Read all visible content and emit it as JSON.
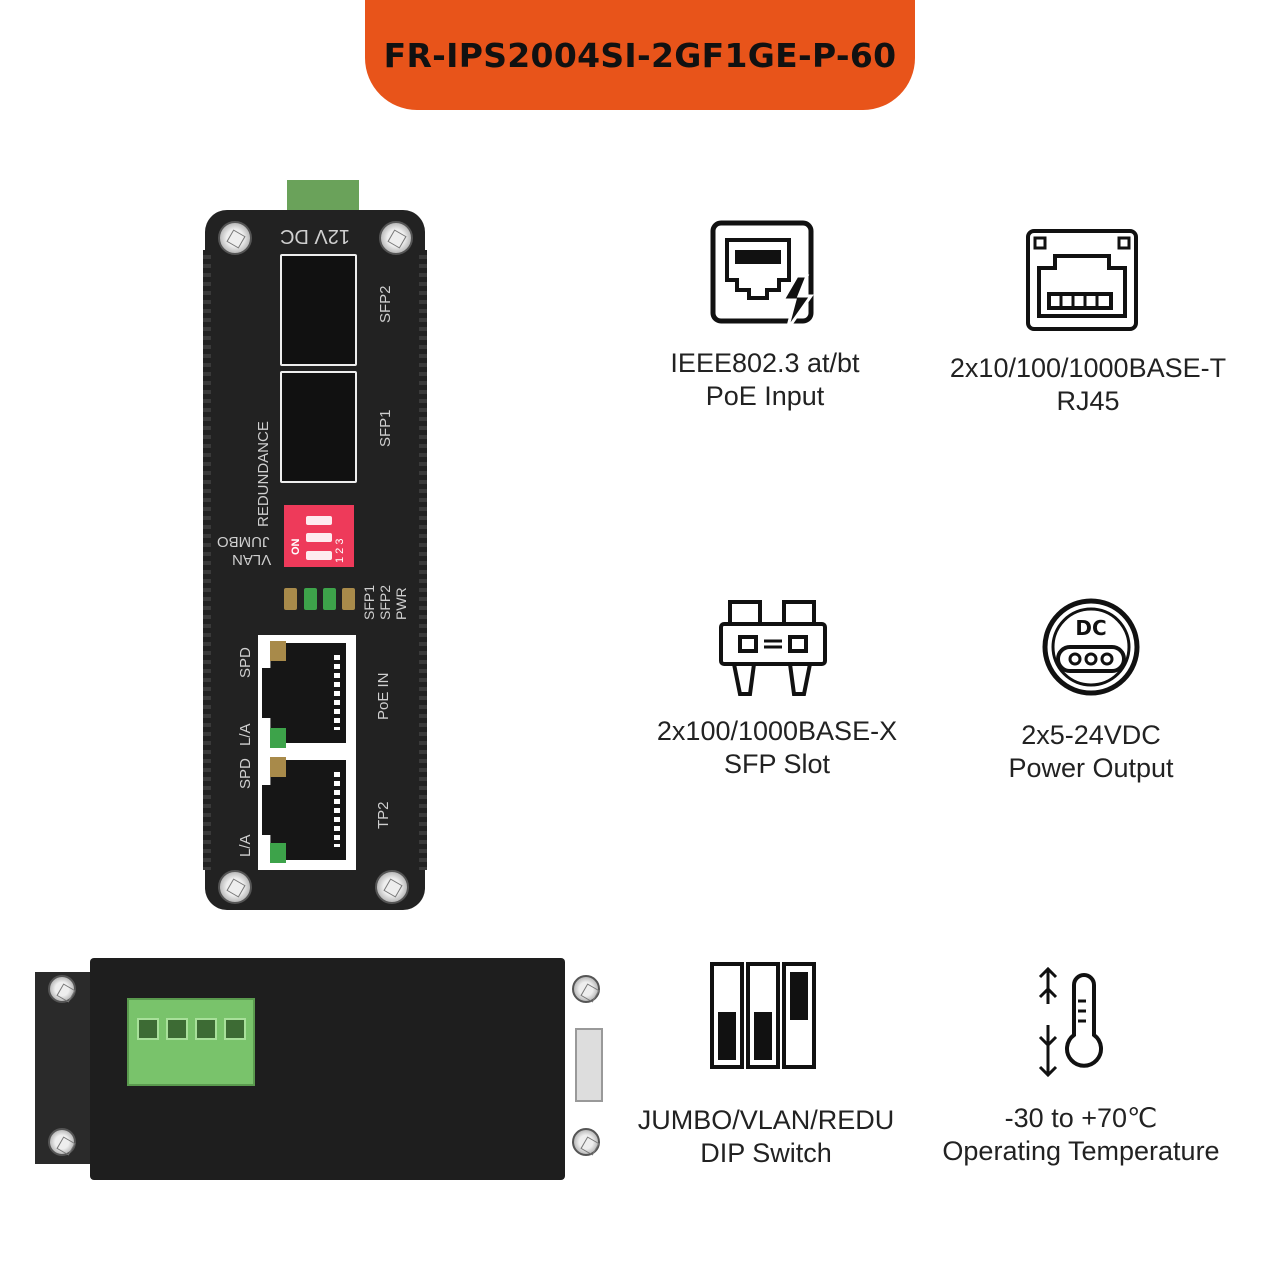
{
  "header": {
    "title": "FR-IPS2004SI-2GF1GE-P-60",
    "color": "#e8541a"
  },
  "device": {
    "labels": {
      "power": "12V DC",
      "sfp2": "SFP2",
      "sfp1": "SFP1",
      "redundance": "REDUNDANCE",
      "jumbo": "JUMBO",
      "vlan": "VLAN",
      "dip_on": "ON",
      "dip_nums": "1 2 3",
      "led_sfp1": "SFP1",
      "led_sfp2": "SFP2",
      "led_pwr": "PWR",
      "spd1": "SPD",
      "la1": "L/A",
      "spd2": "SPD",
      "la2": "L/A",
      "poe_in": "PoE IN",
      "tp2": "TP2"
    }
  },
  "features": [
    {
      "icon": "poe-port-icon",
      "line1": "IEEE802.3 at/bt",
      "line2": "PoE Input"
    },
    {
      "icon": "rj45-icon",
      "line1": "2x10/100/1000BASE-T",
      "line2": "RJ45"
    },
    {
      "icon": "sfp-icon",
      "line1": "2x100/1000BASE-X",
      "line2": "SFP Slot"
    },
    {
      "icon": "dc-power-icon",
      "line1": "2x5-24VDC",
      "line2": "Power Output"
    },
    {
      "icon": "dip-switch-icon",
      "line1": "JUMBO/VLAN/REDU",
      "line2": "DIP Switch"
    },
    {
      "icon": "thermometer-icon",
      "line1": "-30 to +70℃",
      "line2": "Operating Temperature"
    }
  ]
}
